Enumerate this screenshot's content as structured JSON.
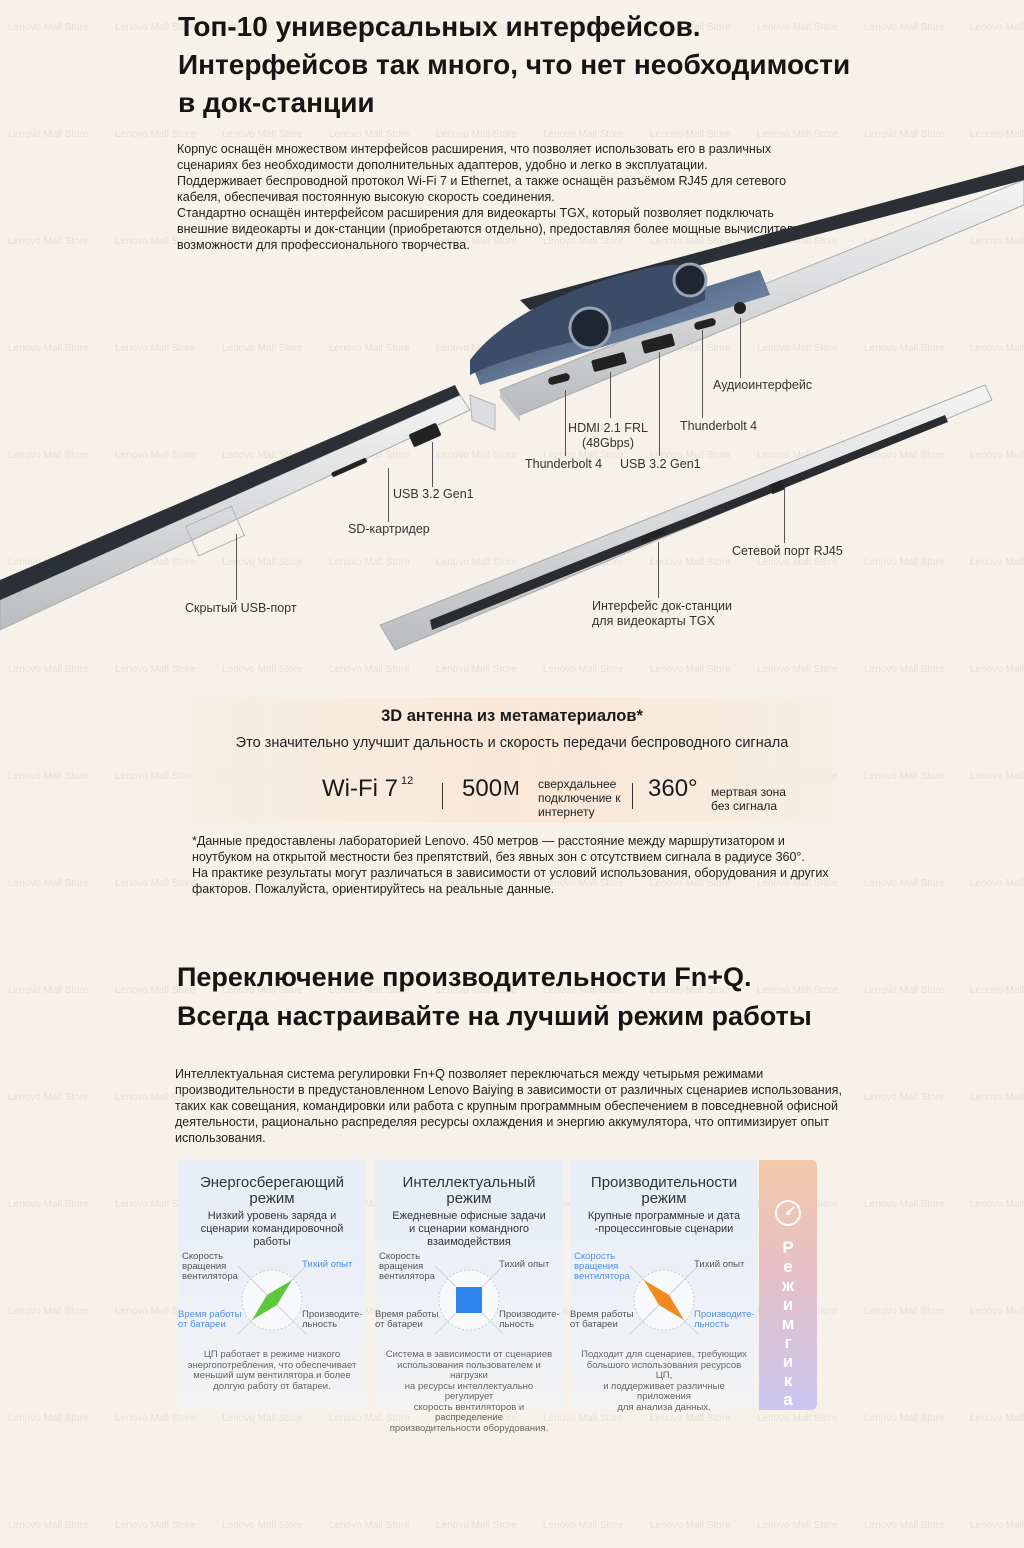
{
  "watermark": "Lenovo Mall Store",
  "section1": {
    "title_lines": [
      "Топ-10 универсальных интерфейсов.",
      "Интерфейсов так много, что нет необходимости",
      "в док-станции"
    ],
    "paragraph_lines": [
      "Корпус оснащён множеством интерфейсов расширения, что позволяет использовать его в различных",
      "сценариях без необходимости дополнительных адаптеров, удобно и легко в эксплуатации.",
      "Поддерживает беспроводной протокол Wi-Fi 7 и Ethernet, а также оснащён разъёмом RJ45 для сетевого",
      "кабеля, обеспечивая постоянную высокую скорость соединения.",
      "Стандартно оснащён интерфейсом расширения для видеокарты TGX, который позволяет подключать",
      "внешние видеокарты и док-станции (приобретаются отдельно), предоставляя более мощные вычислительные",
      "возможности для профессионального творчества."
    ]
  },
  "ports": {
    "audio": "Аудиоинтерфейс",
    "thunderbolt_right": "Thunderbolt 4",
    "hdmi_line1": "HDMI 2.1 FRL",
    "hdmi_line2": "(48Gbps)",
    "thunderbolt_left": "Thunderbolt 4",
    "usb_right": "USB 3.2 Gen1",
    "usb_left": "USB 3.2 Gen1",
    "sd": "SD-картридер",
    "hidden_usb": "Скрытый USB-порт",
    "rj45": "Сетевой порт RJ45",
    "tgx_line1": "Интерфейс док-станции",
    "tgx_line2": "для видеокарты TGX"
  },
  "antenna": {
    "title": "3D антенна из метаматериалов*",
    "subtitle": "Это значительно улучшит дальность и скорость передачи беспроводного сигнала",
    "wifi_value": "Wi-Fi 7",
    "wifi_sup": "12",
    "range_value": "500",
    "range_unit": "M",
    "range_desc_lines": [
      "сверхдальнее",
      "подключение к",
      "интернету"
    ],
    "angle_value": "360°",
    "angle_desc_lines": [
      "мертвая зона",
      "без сигнала"
    ],
    "note_lines": [
      "*Данные предоставлены лабораторией Lenovo. 450 метров — расстояние между маршрутизатором и",
      "ноутбуком на открытой местности без препятствий, без явных зон с отсутствием сигнала в радиусе 360°.",
      "На практике результаты могут различаться в зависимости от условий использования, оборудования и других",
      "факторов. Пожалуйста, ориентируйтесь на реальные данные."
    ]
  },
  "section2": {
    "title_lines": [
      "Переключение производительности Fn+Q.",
      "Всегда настраивайте на лучший режим работы"
    ],
    "paragraph_lines": [
      "Интеллектуальная система регулировки Fn+Q позволяет переключаться между четырьмя режимами",
      "производительности в предустановленном Lenovo Baiying в зависимости от различных сценариев использования,",
      "таких как совещания, командировки или работа с крупным программным обеспечением в повседневной офисной",
      "деятельности, рационально распределяя ресурсы охлаждения и энергию аккумулятора, что оптимизирует опыт",
      "использования."
    ]
  },
  "modes": [
    {
      "title_lines": [
        "Энергосберегающий",
        "режим"
      ],
      "desc_lines": [
        "Низкий уровень заряда и",
        "сценарии командировочной",
        "работы"
      ],
      "axis_fan": [
        "Скорость",
        "вращения",
        "вентилятора"
      ],
      "axis_quiet": "Тихий опыт",
      "axis_battery": [
        "Время работы",
        "от батареи"
      ],
      "axis_perf": [
        "Производите-",
        "льность"
      ],
      "highlight": [
        "quiet",
        "battery"
      ],
      "shape": "diamond-green",
      "color": "#5cc93a",
      "foot_lines": [
        "ЦП работает в режиме низкого",
        "энергопотребления, что обеспечивает",
        "меньший шум вентилятора и более",
        "долгую работу от батареи."
      ]
    },
    {
      "title_lines": [
        "Интеллектуальный",
        "режим"
      ],
      "desc_lines": [
        "Ежедневные офисные задачи",
        "и сценарии командного",
        "взаимодействия"
      ],
      "axis_fan": [
        "Скорость",
        "вращения",
        "вентилятора"
      ],
      "axis_quiet": "Тихий опыт",
      "axis_battery": [
        "Время работы",
        "от батареи"
      ],
      "axis_perf": [
        "Производите-",
        "льность"
      ],
      "highlight": [],
      "shape": "square-blue",
      "color": "#2f86f0",
      "foot_lines": [
        "Система в зависимости от сценариев",
        "использования пользователем и нагрузки",
        "на ресурсы интеллектуально регулирует",
        "скорость вентиляторов и распределение",
        "производительности оборудования."
      ]
    },
    {
      "title_lines": [
        "Производительности",
        "режим"
      ],
      "desc_lines": [
        "Крупные программные и дата",
        "-процессинговые сценарии"
      ],
      "axis_fan": [
        "Скорость",
        "вращения",
        "вентилятора"
      ],
      "axis_quiet": "Тихий опыт",
      "axis_battery": [
        "Время работы",
        "от батареи"
      ],
      "axis_perf": [
        "Производите-",
        "льность"
      ],
      "highlight": [
        "fan",
        "perf"
      ],
      "shape": "diamond-orange",
      "color": "#f08a1e",
      "foot_lines": [
        "Подходит для сценариев, требующих",
        "большого использования ресурсов ЦП,",
        "и поддерживает различные приложения",
        "для анализа данных."
      ]
    }
  ],
  "mode_strip_letters": [
    "Р",
    "е",
    "ж",
    "и",
    "м",
    "г",
    "и",
    "к",
    "а"
  ]
}
